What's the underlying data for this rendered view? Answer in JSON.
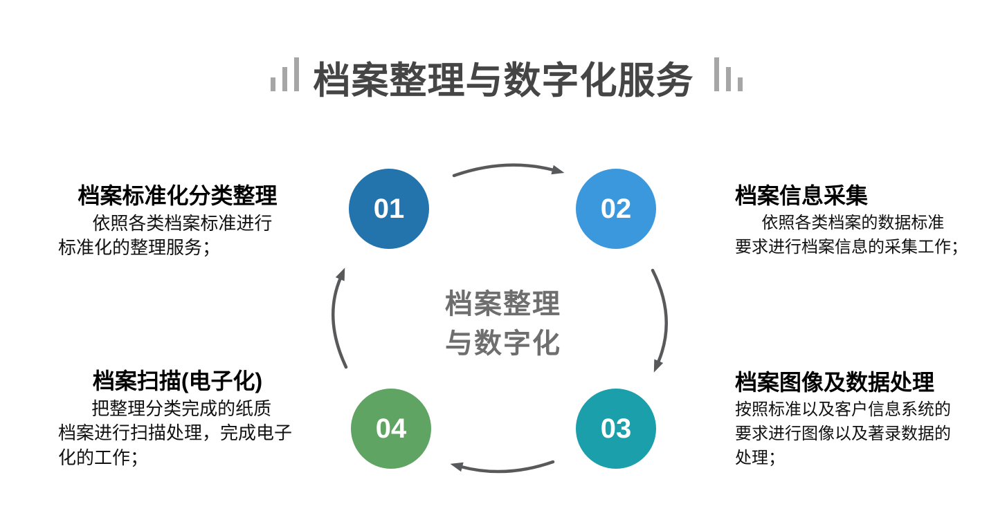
{
  "title": "档案整理与数字化服务",
  "center_label": "档案整理\n与数字化",
  "steps": [
    {
      "number": "01",
      "title": "档案标准化分类整理",
      "description": "依照各类档案标准进行\n标准化的整理服务；",
      "color": "#2374AD"
    },
    {
      "number": "02",
      "title": "档案信息采集",
      "description": "依照各类档案的数据标准\n要求进行档案信息的采集工作；",
      "color": "#3B98DC"
    },
    {
      "number": "03",
      "title": "档案图像及数据处理",
      "description": "按照标准以及客户信息系统的\n要求进行图像以及著录数据的\n处理；",
      "color": "#1B9FAA"
    },
    {
      "number": "04",
      "title": "档案扫描(电子化)",
      "description": "把整理分类完成的纸质\n档案进行扫描处理，完成电子\n化的工作；",
      "color": "#5FA463"
    }
  ],
  "colors": {
    "title_text": "#454545",
    "decoration_bars": "#A6A6A6",
    "center_text": "#6E6E6E",
    "arrows": "#58595B",
    "heading_text": "#000000",
    "body_text": "#111111"
  }
}
